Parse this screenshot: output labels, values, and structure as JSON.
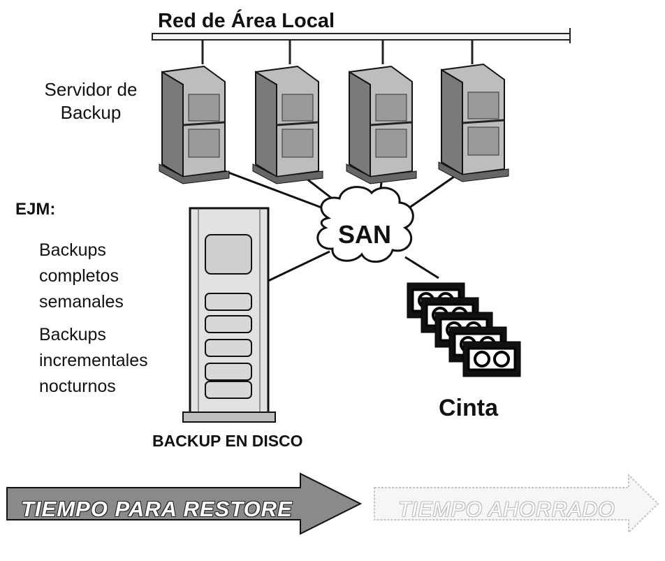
{
  "lan": {
    "title": "Red de Área Local"
  },
  "server": {
    "label_line1": "Servidor de",
    "label_line2": "Backup"
  },
  "example": {
    "heading": "EJM:",
    "lines": [
      "Backups",
      "completos",
      "semanales",
      "Backups",
      "incrementales",
      "nocturnos"
    ]
  },
  "san": {
    "label": "SAN"
  },
  "tape": {
    "label": "Cinta"
  },
  "disk": {
    "label": "BACKUP EN DISCO"
  },
  "arrows": {
    "restore": "TIEMPO PARA RESTORE",
    "saved": "TIEMPO AHORRADO"
  }
}
